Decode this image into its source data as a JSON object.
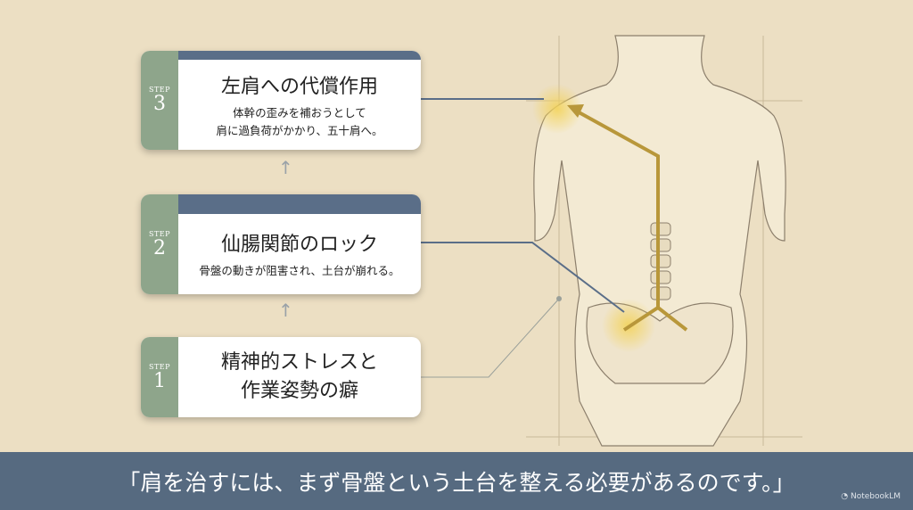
{
  "steps": [
    {
      "step_label": "STEP",
      "number": "1",
      "title_line1": "精神的ストレスと",
      "title_line2": "作業姿勢の癖"
    },
    {
      "step_label": "STEP",
      "number": "2",
      "title": "仙腸関節のロック",
      "desc": "骨盤の動きが阻害され、土台が崩れる。"
    },
    {
      "step_label": "STEP",
      "number": "3",
      "title": "左肩への代償作用",
      "desc_line1": "体幹の歪みを補おうとして",
      "desc_line2": "肩に過負荷がかかり、五十肩へ。"
    }
  ],
  "quote": "「肩を治すには、まず骨盤という土台を整える必要があるのです。」",
  "brand": "NotebookLM",
  "colors": {
    "background": "#ecdfc3",
    "step_strip": "#8ea58b",
    "accent_navy": "#5a6e88",
    "gold_path": "#b8973a",
    "footer": "#566a80"
  }
}
